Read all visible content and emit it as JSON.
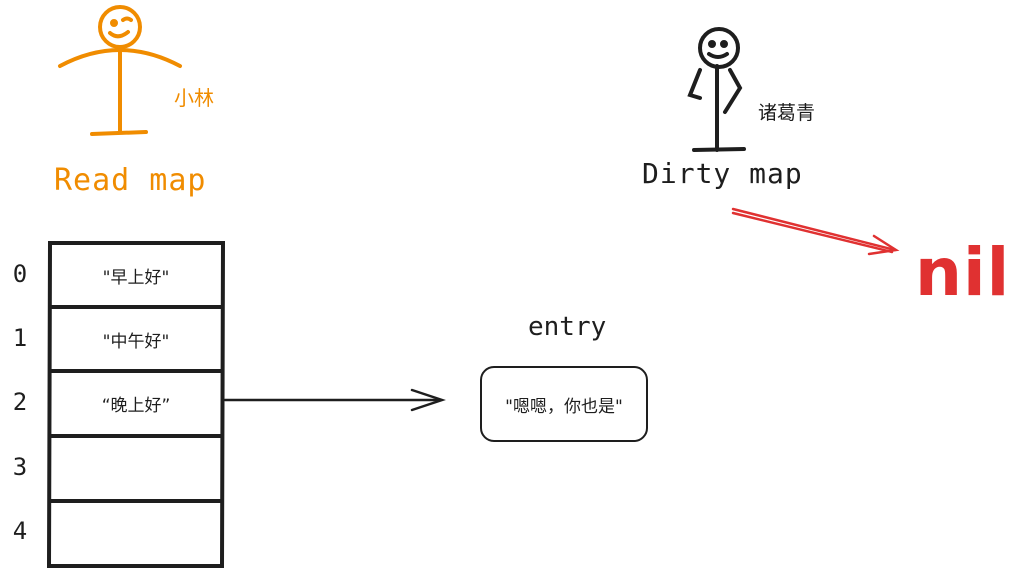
{
  "reader": {
    "name": "小林",
    "map_label": "Read map"
  },
  "writer": {
    "name": "诸葛青",
    "map_label": "Dirty map"
  },
  "read_map": {
    "rows": [
      {
        "index": "0",
        "value": "\"早上好\""
      },
      {
        "index": "1",
        "value": "\"中午好\""
      },
      {
        "index": "2",
        "value": "“晚上好”"
      },
      {
        "index": "3",
        "value": ""
      },
      {
        "index": "4",
        "value": ""
      }
    ]
  },
  "entry": {
    "label": "entry",
    "value": "\"嗯嗯，你也是\""
  },
  "dirty_value": "nil",
  "colors": {
    "reader": "#f08c00",
    "ink": "#1e1e1e",
    "nil": "#e03131"
  }
}
